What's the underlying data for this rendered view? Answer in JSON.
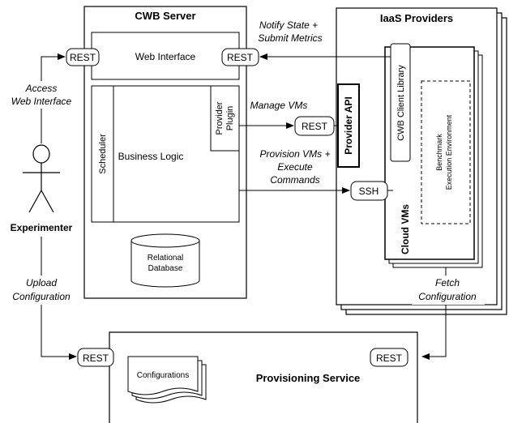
{
  "cwb_server": {
    "title": "CWB Server",
    "web_interface": "Web Interface",
    "rest_left": "REST",
    "rest_right": "REST",
    "scheduler": "Scheduler",
    "business_logic": "Business Logic",
    "provider_plugin_line1": "Provider",
    "provider_plugin_line2": "Plugin",
    "database_line1": "Relational",
    "database_line2": "Database"
  },
  "iaas": {
    "title": "IaaS Providers",
    "provider_api": "Provider API",
    "rest": "REST",
    "ssh": "SSH",
    "cloud_vms": "Cloud VMs",
    "client_library": "CWB Client Library",
    "benchmark_line1": "Benchmark",
    "benchmark_line2": "Execution Environment"
  },
  "experimenter": {
    "label": "Experimenter"
  },
  "provisioning": {
    "title": "Provisioning Service",
    "rest_left": "REST",
    "rest_right": "REST",
    "configurations": "Configurations"
  },
  "edges": {
    "notify_line1": "Notify State +",
    "notify_line2": "Submit Metrics",
    "access_line1": "Access",
    "access_line2": "Web Interface",
    "manage_vms": "Manage VMs",
    "provision_line1": "Provision VMs +",
    "provision_line2": "Execute",
    "provision_line3": "Commands",
    "upload_line1": "Upload",
    "upload_line2": "Configuration",
    "fetch_line1": "Fetch",
    "fetch_line2": "Configuration"
  }
}
